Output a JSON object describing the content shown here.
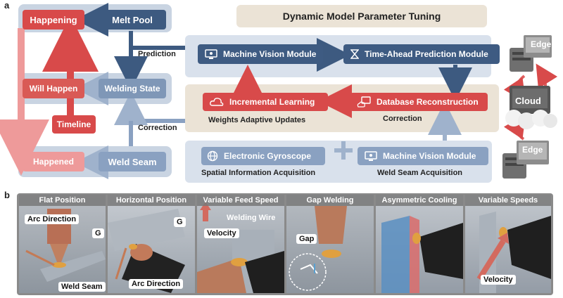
{
  "panel_a": {
    "label": "a",
    "title": "Dynamic Model Parameter Tuning",
    "happening": "Happening",
    "will_happen": "Will Happen",
    "happened": "Happened",
    "timeline": "Timeline",
    "melt_pool": "Melt Pool",
    "welding_state": "Welding State",
    "weld_seam": "Weld Seam",
    "prediction": "Prediction",
    "correction": "Correction",
    "machine_vision_module_top": "Machine Vision Module",
    "time_ahead_module": "Time-Ahead Prediction Module",
    "incremental_learning": "Incremental Learning",
    "database_reconstruction": "Database Reconstruction",
    "weights_adaptive_updates": "Weights Adaptive Updates",
    "correction_caption": "Correction",
    "electronic_gyroscope": "Electronic Gyroscope",
    "machine_vision_module_bottom": "Machine Vision Module",
    "spatial_info": "Spatial Information Acquisition",
    "weld_seam_acq": "Weld Seam Acquisition",
    "edge_top": "Edge",
    "cloud": "Cloud",
    "edge_bottom": "Edge"
  },
  "panel_b": {
    "label": "b",
    "photos": [
      {
        "title": "Flat Position",
        "callouts": [
          "Arc Direction",
          "G",
          "Weld Seam"
        ]
      },
      {
        "title": "Horizontal Position",
        "callouts": [
          "G",
          "Arc Direction"
        ]
      },
      {
        "title": "Variable Feed Speed",
        "callouts": [
          "Welding Wire",
          "Velocity"
        ]
      },
      {
        "title": "Gap Welding",
        "callouts": [
          "Gap"
        ]
      },
      {
        "title": "Asymmetric Cooling",
        "callouts": []
      },
      {
        "title": "Variable Speeds",
        "callouts": [
          "Velocity"
        ]
      }
    ]
  },
  "colors": {
    "red": "#d84a4a",
    "pink": "#ee9a9a",
    "navy": "#3d5a80",
    "steel": "#7f97b7",
    "beige": "#ebe3d6",
    "panel_blue": "#c9d4e2"
  }
}
